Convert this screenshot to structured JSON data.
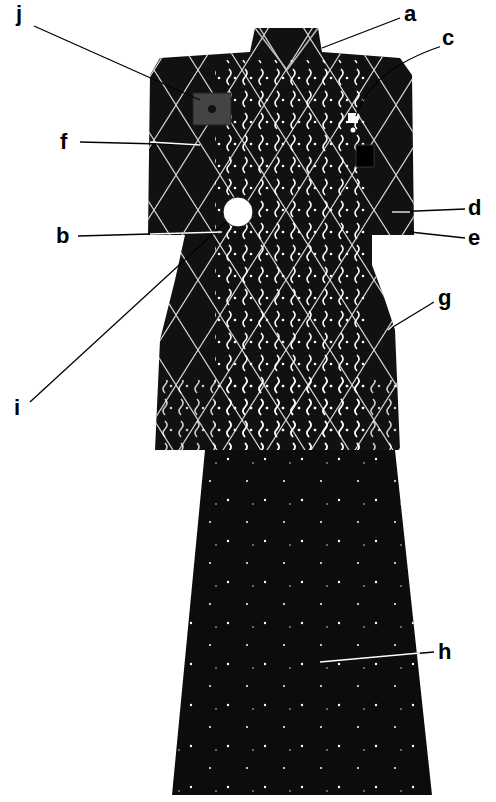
{
  "diagram": {
    "labels": [
      "j",
      "a",
      "c",
      "f",
      "d",
      "b",
      "e",
      "i",
      "g",
      "h"
    ]
  }
}
